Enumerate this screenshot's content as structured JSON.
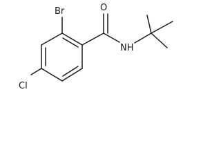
{
  "molecule": {
    "atoms": {
      "br": "Br",
      "o": "O",
      "n": "NH",
      "cl": "Cl"
    }
  }
}
